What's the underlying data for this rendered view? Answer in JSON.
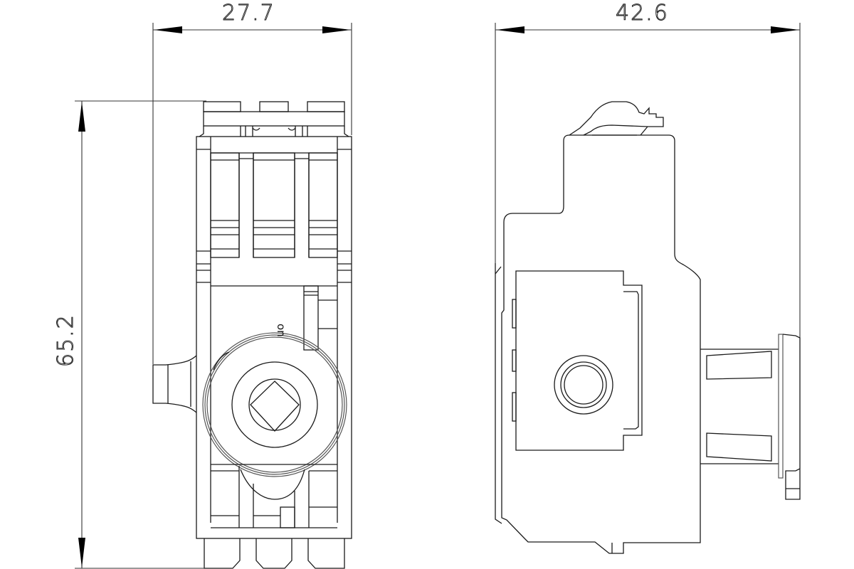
{
  "drawing": {
    "type": "technical-cad-drawing",
    "views": [
      {
        "name": "front-view",
        "dimensions": {
          "width": "27.7",
          "height": "65.2"
        },
        "labels": {
          "knob_marking": "on"
        }
      },
      {
        "name": "side-view",
        "dimensions": {
          "depth": "42.6"
        }
      }
    ],
    "colors": {
      "line": "#1a1a1a",
      "background": "#ffffff"
    }
  }
}
